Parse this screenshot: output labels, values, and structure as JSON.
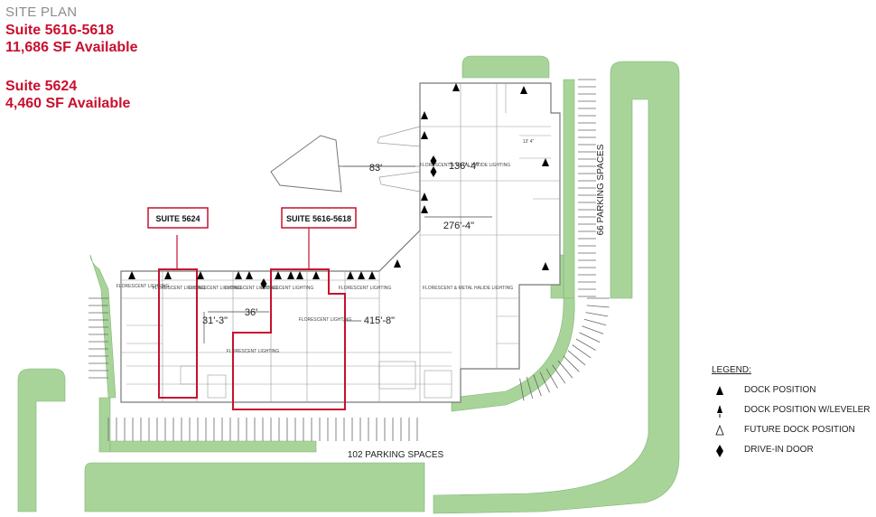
{
  "header": {
    "title": "SITE PLAN",
    "suite_a_name": "Suite 5616-5618",
    "suite_a_area": "11,686 SF Available",
    "suite_b_name": "Suite 5624",
    "suite_b_area": "4,460 SF Available"
  },
  "callouts": {
    "suite_5624": "SUITE 5624",
    "suite_5616": "SUITE 5616-5618"
  },
  "dimensions": {
    "d83": "83'",
    "d136": "136'-4\"",
    "d276": "276'-4\"",
    "d31": "31'-3\"",
    "d36": "36'",
    "d415": "415'-8\""
  },
  "parking": {
    "bottom": "102 PARKING SPACES",
    "right": "66 PARKING SPACES"
  },
  "lighting_labels": {
    "fl": "FLORESCENT LIGHTING",
    "fl_mh": "FLORESCENT & METAL HALIDE LIGHTING",
    "fl_mh2": "FLORESCENT & METAL HALIDE LIGHTING",
    "room": "13' 4\""
  },
  "legend": {
    "title": "LEGEND:",
    "items": [
      {
        "label": "DOCK POSITION",
        "icon": "dock-position-icon"
      },
      {
        "label": "DOCK POSITION W/LEVELER",
        "icon": "dock-leveler-icon"
      },
      {
        "label": "FUTURE DOCK POSITION",
        "icon": "future-dock-icon"
      },
      {
        "label": "DRIVE-IN DOOR",
        "icon": "drive-in-door-icon"
      }
    ]
  },
  "colors": {
    "accent_red": "#c8102e",
    "landscape_green": "#a8d49a",
    "building_line": "#777777"
  }
}
